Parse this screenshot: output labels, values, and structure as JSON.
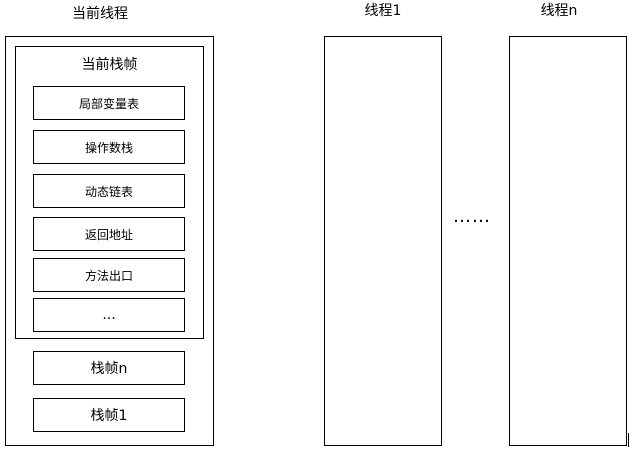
{
  "current_thread": {
    "title": "当前线程",
    "current_frame": {
      "title": "当前栈帧",
      "items": [
        "局部变量表",
        "操作数栈",
        "动态链表",
        "返回地址",
        "方法出口",
        "..."
      ]
    },
    "other_frames": [
      "栈帧n",
      "栈帧1"
    ]
  },
  "threads": [
    "线程1",
    "线程n"
  ],
  "ellipsis": "……"
}
